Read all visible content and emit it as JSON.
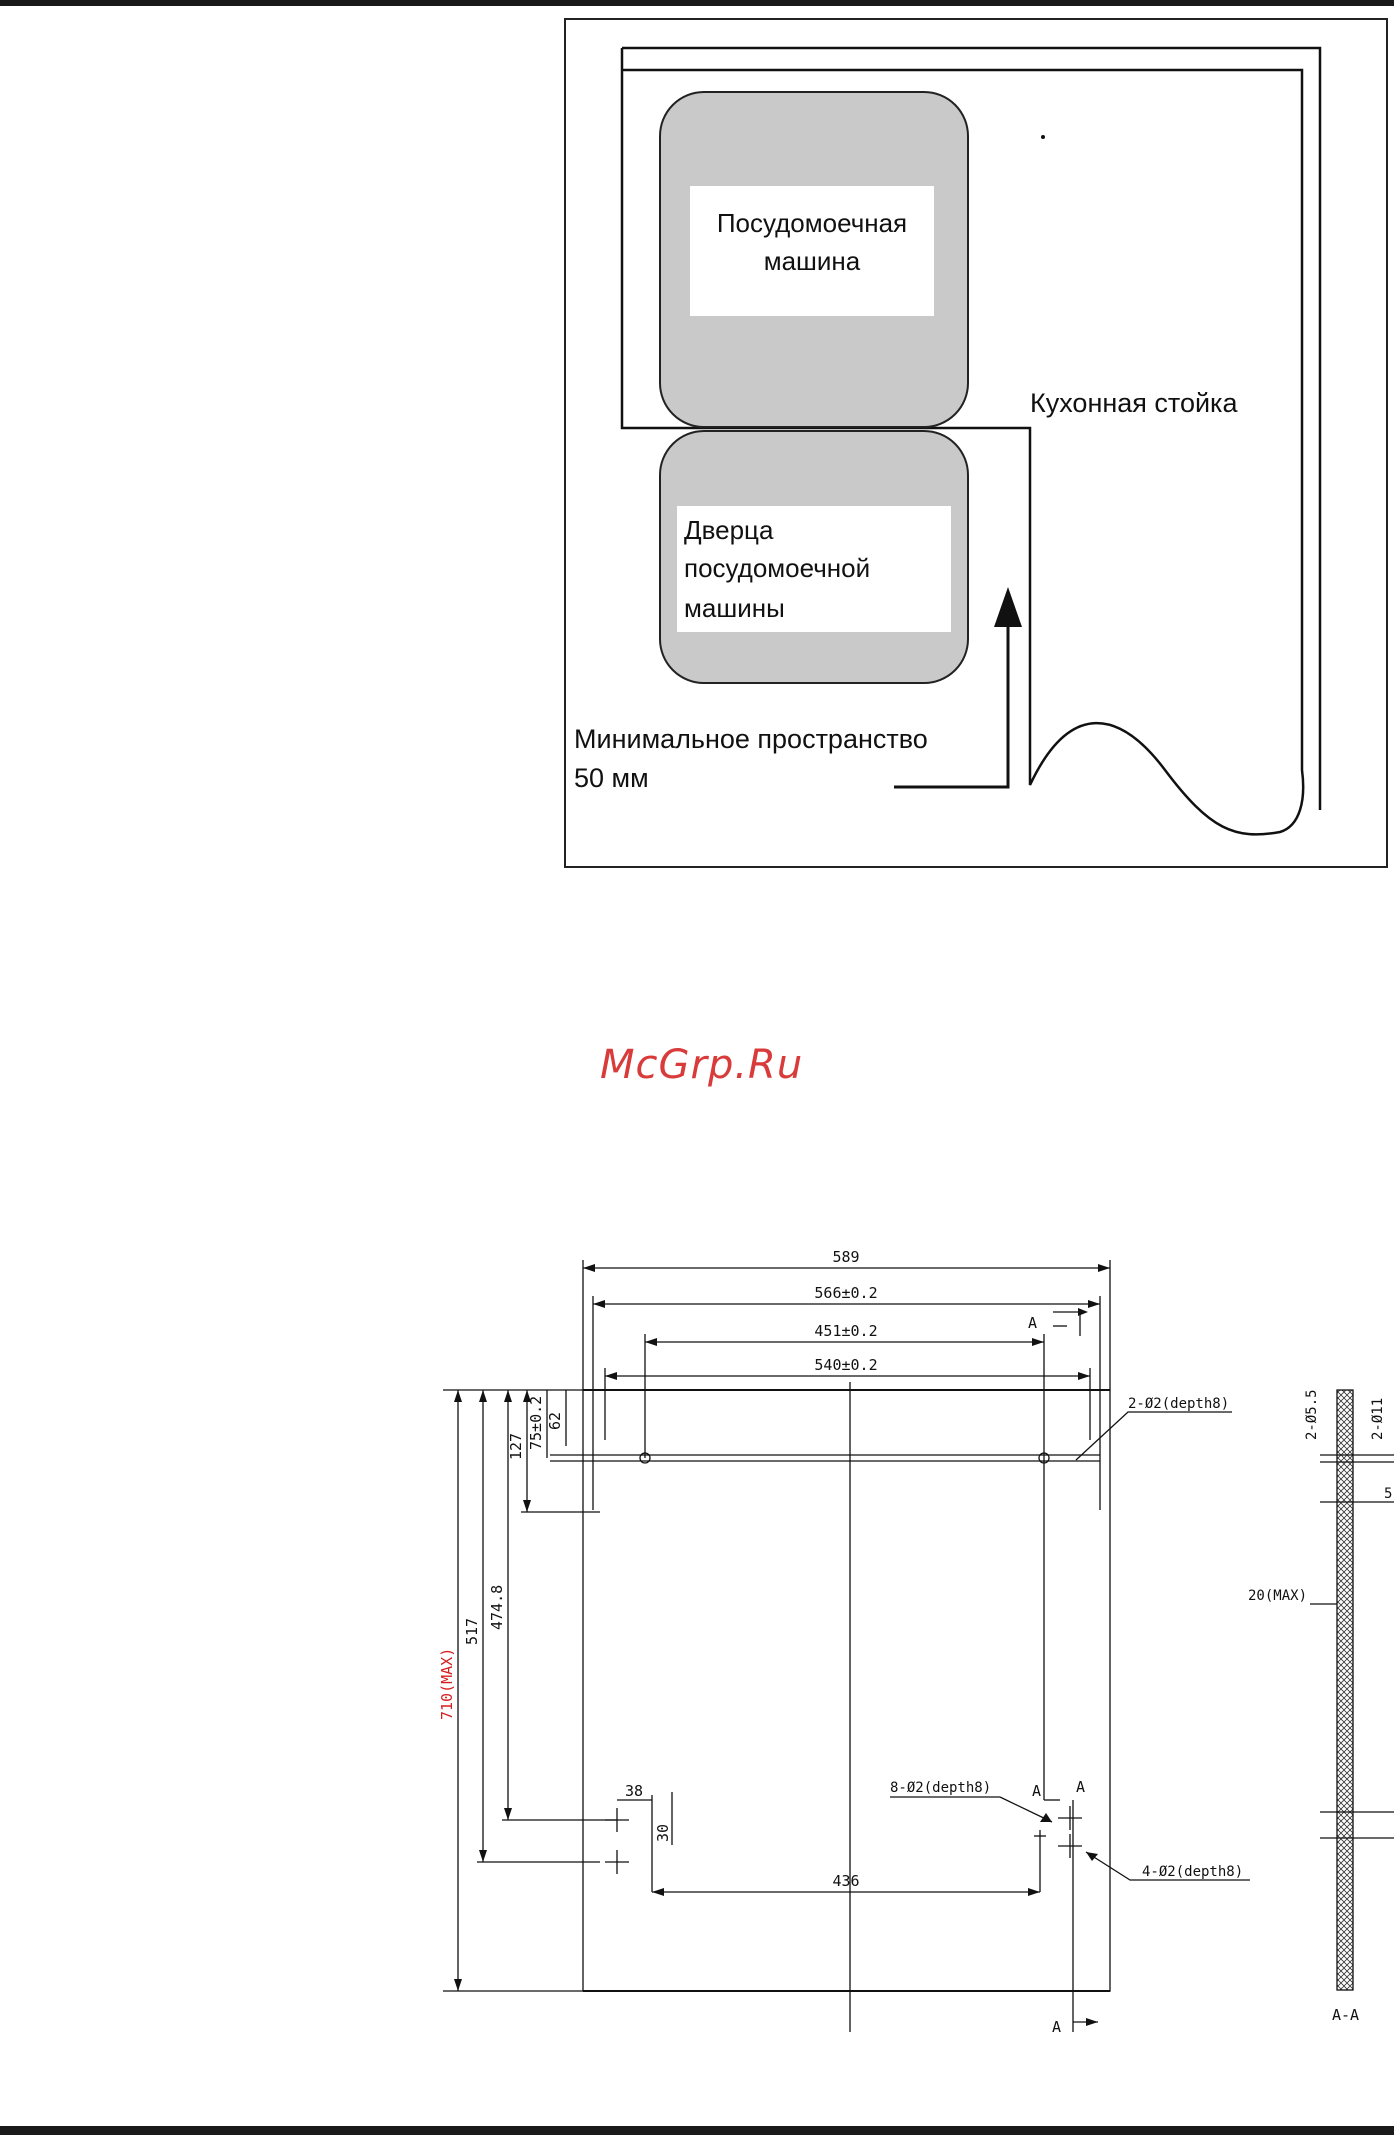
{
  "watermark": "McGrp.Ru",
  "install_diagram": {
    "dishwasher_label": [
      "Посудомоечная",
      "машина"
    ],
    "door_label": [
      "Дверца",
      "посудомоечной",
      "машины"
    ],
    "counter_label": "Кухонная стойка",
    "min_space_label": [
      "Минимальное пространство",
      "50 мм"
    ]
  },
  "drawing": {
    "dims_top": [
      "589",
      "566±0.2",
      "451±0.2",
      "540±0.2"
    ],
    "dims_left": [
      "710(MAX)",
      "517",
      "474.8",
      "127",
      "75±0.2",
      "62"
    ],
    "dims_small": [
      "38",
      "30",
      "436"
    ],
    "hole_callouts": [
      "2-Ø2(depth8)",
      "8-Ø2(depth8)",
      "4-Ø2(depth8)"
    ],
    "section_marks": [
      "A",
      "A",
      "A",
      "A"
    ],
    "section_view": {
      "callouts": [
        "2-Ø5.5",
        "2-Ø11",
        "5",
        "20(MAX)"
      ],
      "title": "A-A"
    },
    "red_color": "#d62020"
  }
}
